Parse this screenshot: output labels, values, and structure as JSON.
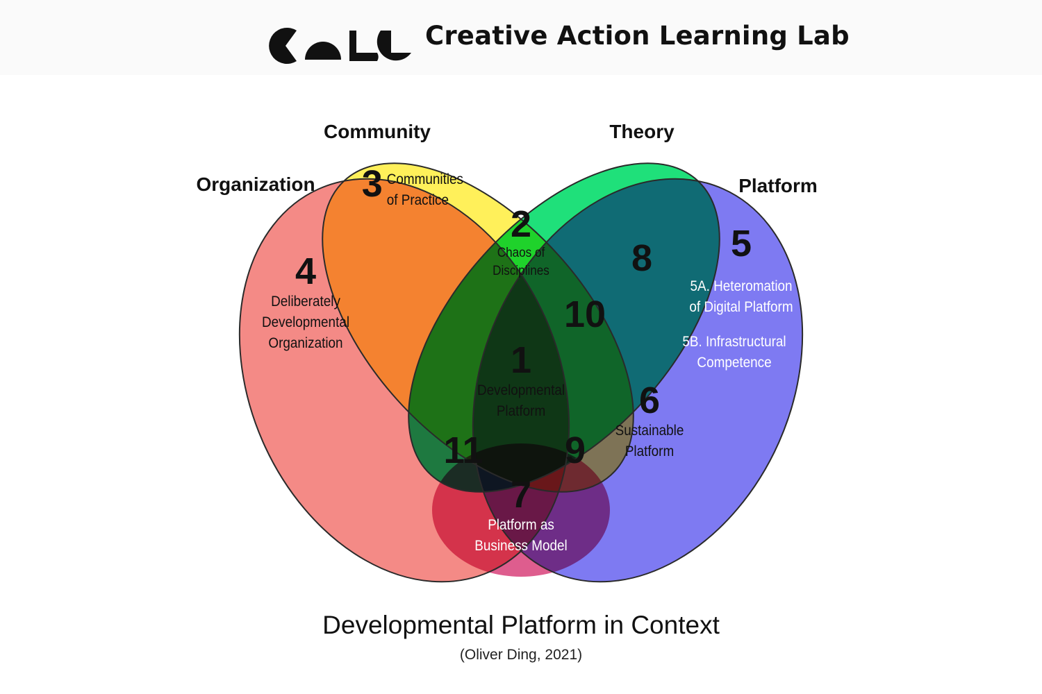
{
  "header": {
    "logo_letters": "CALL",
    "brand_title": "Creative Action Learning Lab"
  },
  "colors": {
    "organization": "#f48a86",
    "community": "#fff05a",
    "theory": "#1fe07a",
    "platform": "#7e7af2",
    "outline": "#2a2a2a"
  },
  "sets": {
    "organization": "Organization",
    "community": "Community",
    "theory": "Theory",
    "platform": "Platform"
  },
  "regions": {
    "r1": {
      "number": "1",
      "line1": "Developmental",
      "line2": "Platform"
    },
    "r2": {
      "number": "2",
      "line1": "Chaos of",
      "line2": "Disciplines"
    },
    "r3": {
      "number": "3",
      "line1": "Communities",
      "line2": "of Practice"
    },
    "r4": {
      "number": "4",
      "line1": "Deliberately",
      "line2": "Developmental",
      "line3": "Organization"
    },
    "r5": {
      "number": "5",
      "a_line1": "5A. Heteromation",
      "a_line2": "of Digital Platform",
      "b_line1": "5B. Infrastructural",
      "b_line2": "Competence"
    },
    "r6": {
      "number": "6",
      "line1": "Sustainable",
      "line2": "Platform"
    },
    "r7": {
      "number": "7",
      "line1": "Platform as",
      "line2": "Business Model"
    },
    "r8": {
      "number": "8"
    },
    "r9": {
      "number": "9"
    },
    "r10": {
      "number": "10"
    },
    "r11": {
      "number": "11"
    }
  },
  "caption": {
    "title": "Developmental Platform in Context",
    "credit": "(Oliver Ding, 2021)"
  }
}
